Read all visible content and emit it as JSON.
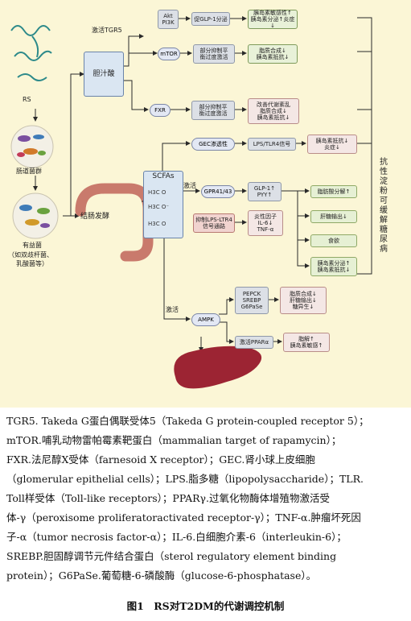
{
  "figure": {
    "nodes": {
      "rs": "RS",
      "gut_flora": "肠道菌群",
      "probiotics": "有益菌",
      "probiotics_note_1": "（如双歧杆菌、",
      "probiotics_note_2": "乳酸菌等）",
      "bile_acid": "胆汁酸",
      "colon_fermentation": "结肠发酵",
      "activate_tgr5": "激活TGR5",
      "akt": "Akt",
      "pi3k": "PI3K",
      "glp1_secretion": "促GLP-1分泌",
      "out1_a": "胰岛素敏感性↑",
      "out1_b": "胰岛素分泌↑炎症↓",
      "mtor": "mTOR",
      "partial_inhibit_a": "部分抑制平",
      "partial_inhibit_b": "衡过度激活",
      "out2_a": "脂质合成↓",
      "out2_b": "胰岛素抵抗↓",
      "fxr": "FXR",
      "fxr_inhibit_a": "部分抑制平",
      "fxr_inhibit_b": "衡过度激活",
      "out3_a": "改善代谢紊乱",
      "out3_b": "脂质合成↓",
      "out3_c": "胰岛素抵抗↓",
      "gec": "GEC渗透性",
      "lps_tlr4": "LPS/TLR4信号",
      "out4_a": "胰岛素抵抗↓",
      "out4_b": "炎症↓",
      "scfas": "SCFAs",
      "activate_1": "激活",
      "gpr": "GPR41/43",
      "glp1_pyy_a": "GLP-1↑",
      "glp1_pyy_b": "PYY↑",
      "lipolysis": "脂肪酸分解↑",
      "hepatic_output": "肝糖输出↓",
      "appetite": "食欲",
      "out5_a": "胰岛素分泌↑",
      "out5_b": "胰岛素抵抗↓",
      "inhibit_lps_a": "抑制LPS-LTR4",
      "inhibit_lps_b": "信号通路",
      "inflam_a": "炎性因子",
      "inflam_b": "IL-6↓",
      "inflam_c": "TNF-α",
      "activate_2": "激活",
      "ampk": "AMPK",
      "pepck": "PEPCK",
      "srebp": "SREBP",
      "g6pase": "G6PaSe",
      "out6_a": "脂质合成↓",
      "out6_b": "肝糖输出↓",
      "out6_c": "糖异生↓",
      "ppar": "激活PPARα",
      "out7_a": "脂解↑",
      "out7_b": "胰岛素敏感↑",
      "side_label": "抗性淀粉可缓解糖尿病",
      "chem_h3c": "H3C",
      "chem_o": "O",
      "chem_o_minus": "O⁻"
    }
  },
  "caption_lines": [
    "TGR5. Takeda G蛋白偶联受体5（Takeda G protein-coupled receptor 5）；",
    "mTOR.哺乳动物雷帕霉素靶蛋白（mammalian target of rapamycin）；",
    "FXR.法尼醇X受体（farnesoid X receptor）；GEC.肾小球上皮细胞",
    "（glomerular epithelial cells）；LPS.脂多糖（lipopolysaccharide）；TLR.",
    "Toll样受体（Toll-like receptors）；PPARγ.过氧化物酶体增殖物激活受",
    "体-γ（peroxisome proliferatoractivated receptor-γ）；TNF-α.肿瘤坏死因",
    "子-α（tumor necrosis factor-α）；IL-6.白细胞介素-6（interleukin-6）；",
    "SREBP.胆固醇调节元件结合蛋白（sterol regulatory element binding",
    "protein）；G6PaSe.葡萄糖-6-磷酸酶（glucose-6-phosphatase）。"
  ],
  "figure_title": "图1　RS对T2DM的代谢调控机制",
  "colors": {
    "background": "#fbf6d6",
    "liver": "#9c2433",
    "colon": "#c97a6c",
    "arrow": "#2a2a2a"
  }
}
